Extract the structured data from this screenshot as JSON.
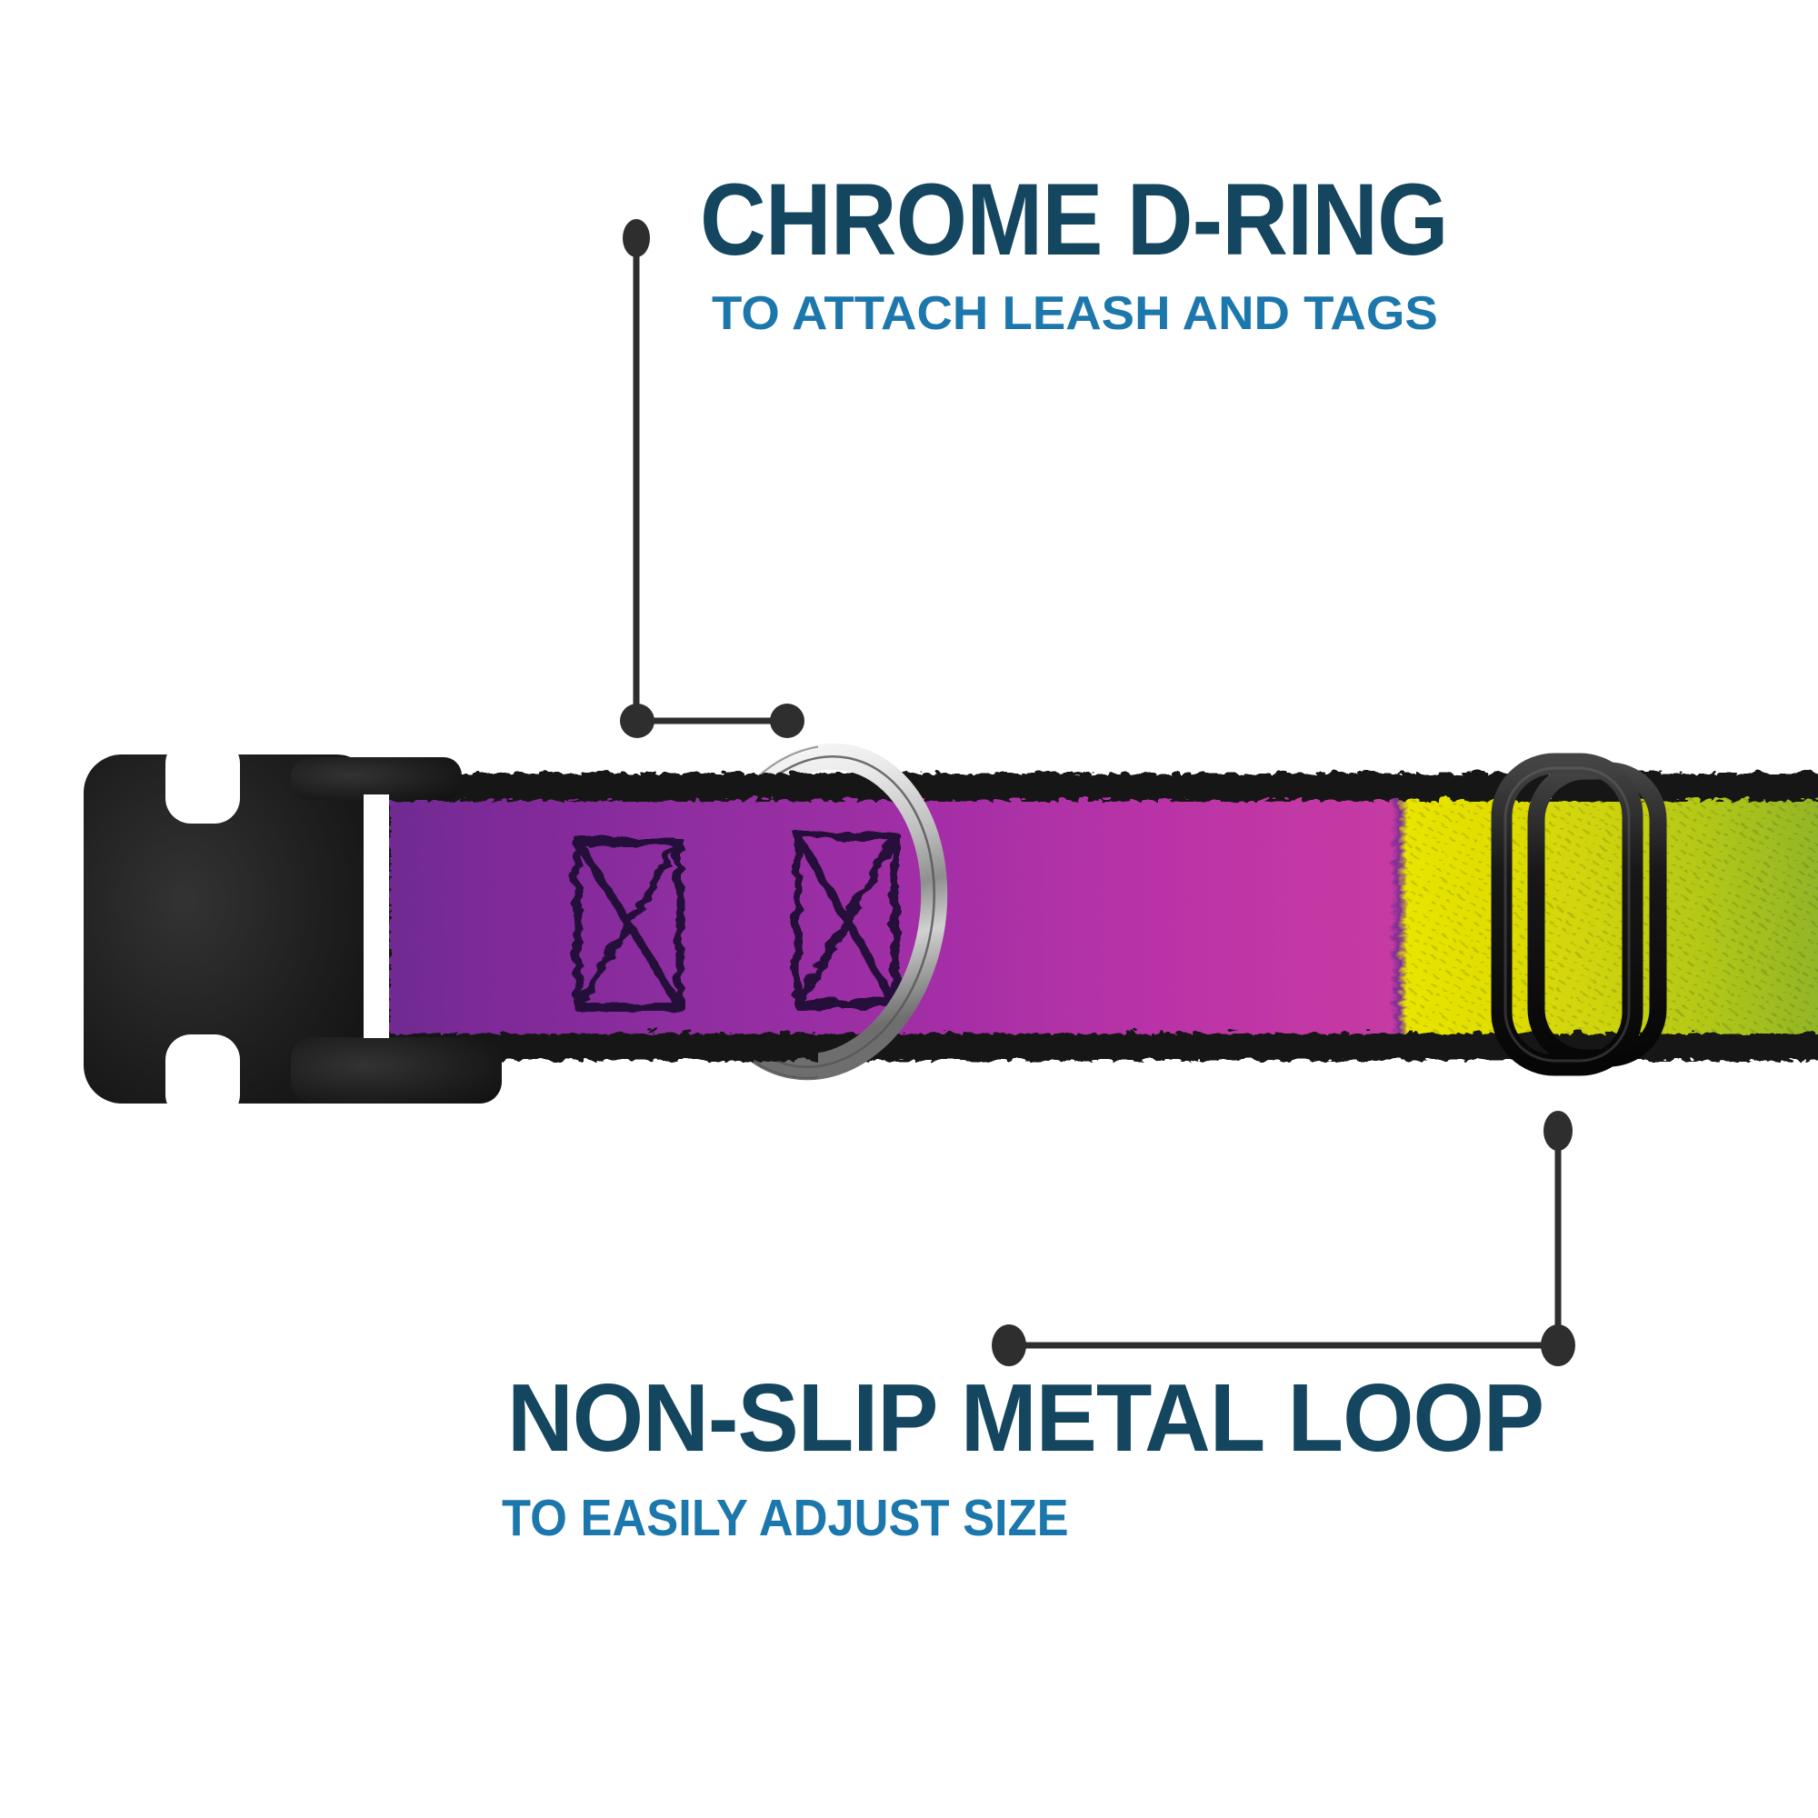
{
  "image": {
    "kind": "product-feature-diagram",
    "subject": "adjustable dog collar with buckle, chrome d-ring and metal slider loop",
    "background_color": "#ffffff"
  },
  "callouts": {
    "top": {
      "title": "CHROME D-RING",
      "subtitle": "TO ATTACH LEASH AND TAGS"
    },
    "bottom": {
      "title": "NON-SLIP METAL LOOP",
      "subtitle": "TO EASILY ADJUST SIZE"
    }
  },
  "colors": {
    "title_text": "#14465f",
    "subtitle_text": "#1c77ac",
    "leader_line": "#2e2e2e",
    "strap_edge_black": "#161616",
    "strap_purple_start": "#6f2a92",
    "strap_magenta_end": "#c53aa3",
    "strap_yellow": "#e9e502",
    "strap_green_end": "#92b527",
    "buckle_black": "#1c1c1c",
    "chrome_silver": "#d9d9d9",
    "slider_black": "#141414"
  },
  "parts": {
    "buckle": "plastic-side-release-buckle",
    "d_ring": "chrome-d-ring",
    "slider": "non-slip-metal-loop",
    "strap": "gradient-webbing-strap",
    "stitching": "box-x-stitches"
  }
}
